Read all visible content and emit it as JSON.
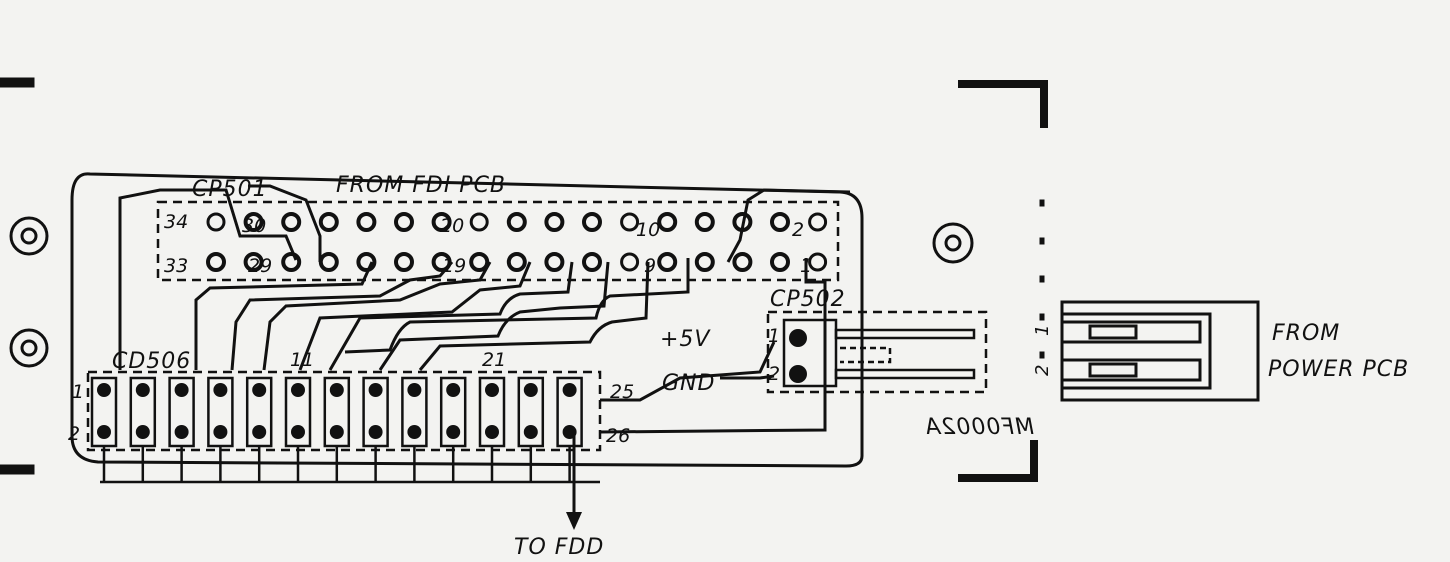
{
  "connectors": {
    "cp501": {
      "name": "CP501",
      "caption": "FROM FDI PCB",
      "pin_labels_top": [
        "34",
        "30",
        "20",
        "10",
        "2"
      ],
      "pin_labels_bottom": [
        "33",
        "29",
        "19",
        "9",
        "1"
      ]
    },
    "cp502": {
      "name": "CP502",
      "pin_labels": [
        "1",
        "2"
      ],
      "voltage_label": "+5V",
      "ground_label": "GND"
    },
    "cd506": {
      "name": "CD506",
      "pin_labels_left": [
        "1",
        "2"
      ],
      "pin_labels_mid": [
        "11",
        "21"
      ],
      "pin_labels_right": [
        "25",
        "26"
      ],
      "output_label": "TO FDD"
    },
    "power": {
      "pin_labels": [
        "1",
        "2"
      ],
      "caption_line1": "FROM",
      "caption_line2": "POWER PCB"
    }
  },
  "board_marking": "MF0002A",
  "colors": {
    "ink": "#111111",
    "paper": "#f3f3f1"
  }
}
